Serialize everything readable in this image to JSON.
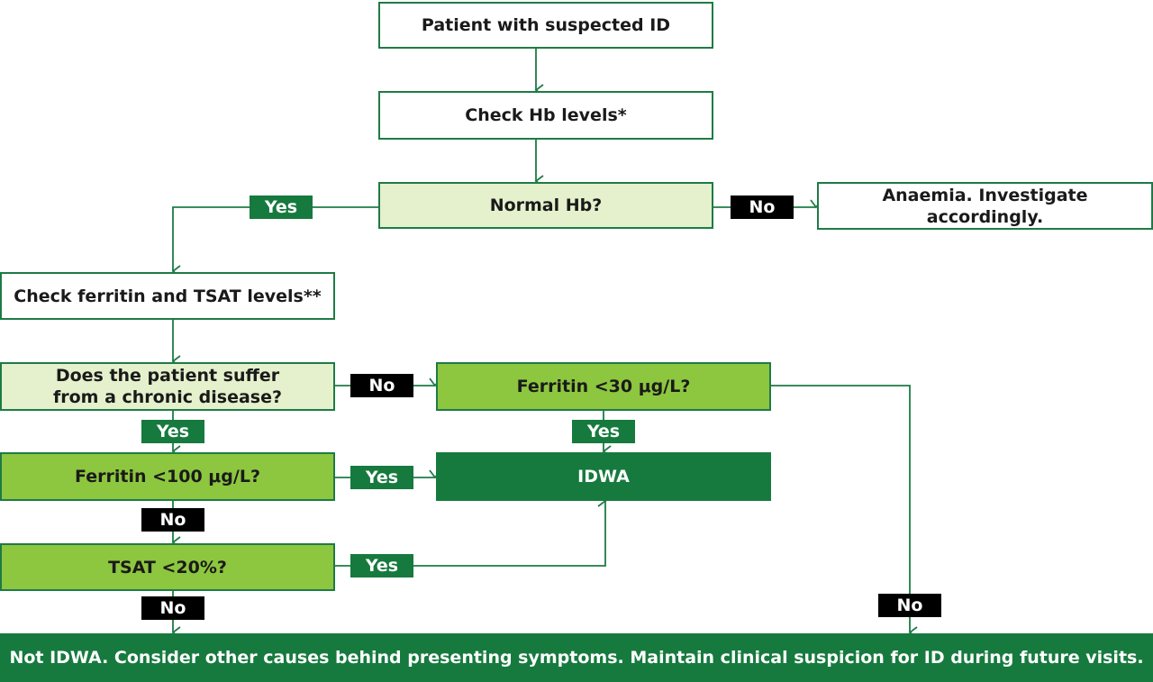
{
  "nodes": {
    "patient_suspected_id": "Patient with suspected ID",
    "check_hb": "Check Hb levels*",
    "normal_hb": "Normal Hb?",
    "anaemia": "Anaemia. Investigate accordingly.",
    "check_ferritin_tsat": "Check ferritin and TSAT levels**",
    "chronic_disease": "Does the patient suffer from a chronic disease?",
    "ferritin_30": "Ferritin <30 μg/L?",
    "ferritin_100": "Ferritin <100 μg/L?",
    "idwa": "IDWA",
    "tsat_20": "TSAT <20%?",
    "not_idwa": "Not IDWA. Consider other causes behind presenting symptoms. Maintain clinical suspicion for ID during future visits."
  },
  "labels": {
    "yes": "Yes",
    "no": "No"
  },
  "colors": {
    "dark_green": "#167a3e",
    "lime_green": "#8dc63f",
    "pale_green": "#e4f1cc",
    "line_green": "#1e7b46",
    "no_black": "#000000"
  }
}
